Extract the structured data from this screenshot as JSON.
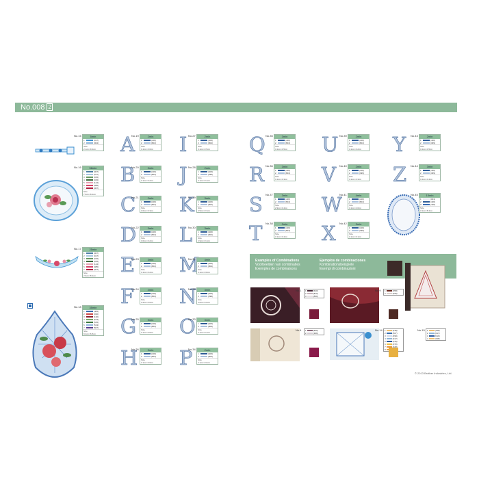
{
  "header": {
    "title": "No.008",
    "page": "2"
  },
  "designs": [
    {
      "no": "No.15",
      "time": "5min",
      "threads": [
        [
          "1",
          "(017)",
          "#3a8fcf"
        ],
        [
          "2",
          "(004)",
          "#8fb6d8"
        ]
      ],
      "size": "Size",
      "dims": "2.1cm×9.4cm"
    },
    {
      "no": "No.16",
      "time": "58min",
      "threads": [
        [
          "1",
          "(007)",
          "#4f7fa6"
        ],
        [
          "2",
          "(017)",
          "#a8c6e0"
        ],
        [
          "3",
          "(015)",
          "#6a9a64"
        ],
        [
          "4",
          "(015)",
          "#3d6b3c"
        ],
        [
          "5",
          "(124)",
          "#e6a1b3"
        ],
        [
          "6",
          "(085)",
          "#d7466b"
        ],
        [
          "7",
          "(007)",
          "#b02040"
        ]
      ],
      "size": "Size",
      "dims": "7.0cm×8.4cm"
    },
    {
      "no": "No.17",
      "time": "25min",
      "threads": [
        [
          "1",
          "(007)",
          "#4f7fa6"
        ],
        [
          "2",
          "(017)",
          "#a8c6e0"
        ],
        [
          "3",
          "(015)",
          "#6a9a64"
        ],
        [
          "4",
          "(015)",
          "#3d6b3c"
        ],
        [
          "5",
          "(124)",
          "#e6a1b3"
        ],
        [
          "6",
          "(085)",
          "#d7466b"
        ],
        [
          "7",
          "(007)",
          "#b02040"
        ]
      ],
      "size": "Size",
      "dims": "2.9cm×8.4cm"
    },
    {
      "no": "No.18",
      "time": "35min",
      "threads": [
        [
          "1",
          "(405)",
          "#3a70b0"
        ],
        [
          "2",
          "(030)",
          "#cf4a48"
        ],
        [
          "3",
          "(130)",
          "#8f2030"
        ],
        [
          "4",
          "(513)",
          "#7aa86a"
        ],
        [
          "5",
          "(515)",
          "#3e7a3f"
        ],
        [
          "6",
          "(513)",
          "#90b8e0"
        ],
        [
          "7",
          "(507)",
          "#5c3c8c"
        ]
      ],
      "size": "Size",
      "dims": "9.2cm×6.8cm"
    },
    {
      "no": "No.19",
      "time": "2min",
      "threads": [
        [
          "1",
          "(406)",
          "#2f5c98"
        ],
        [
          "2",
          "(804)",
          "#aac0dc"
        ]
      ],
      "size": "Size",
      "dims": "3.1cm×3.6cm"
    },
    {
      "no": "No.20",
      "time": "3min",
      "threads": [
        [
          "1",
          "(406)",
          "#2f5c98"
        ],
        [
          "2",
          "(804)",
          "#aac0dc"
        ]
      ],
      "size": "Size",
      "dims": "3.1cm×3.2cm"
    },
    {
      "no": "No.21",
      "time": "2min",
      "threads": [
        [
          "1",
          "(406)",
          "#2f5c98"
        ],
        [
          "2",
          "(804)",
          "#aac0dc"
        ]
      ],
      "size": "Size",
      "dims": "3.0cm×3.3cm"
    },
    {
      "no": "No.22",
      "time": "3min",
      "threads": [
        [
          "1",
          "(406)",
          "#2f5c98"
        ],
        [
          "2",
          "(804)",
          "#aac0dc"
        ]
      ],
      "size": "Size",
      "dims": "3.0cm×3.2cm"
    },
    {
      "no": "No.23",
      "time": "3min",
      "threads": [
        [
          "1",
          "(406)",
          "#2f5c98"
        ],
        [
          "2",
          "(804)",
          "#aac0dc"
        ]
      ],
      "size": "Size",
      "dims": "3.1cm×3.2cm"
    },
    {
      "no": "No.24",
      "time": "2min",
      "threads": [
        [
          "1",
          "(406)",
          "#2f5c98"
        ],
        [
          "2",
          "(804)",
          "#aac0dc"
        ]
      ],
      "size": "Size",
      "dims": "3.2cm×3.0cm"
    },
    {
      "no": "No.25",
      "time": "3min",
      "threads": [
        [
          "1",
          "(406)",
          "#2f5c98"
        ],
        [
          "2",
          "(804)",
          "#aac0dc"
        ]
      ],
      "size": "Size",
      "dims": "3.1cm×3.5cm"
    },
    {
      "no": "No.26",
      "time": "3min",
      "threads": [
        [
          "1",
          "(406)",
          "#2f5c98"
        ],
        [
          "2",
          "(804)",
          "#aac0dc"
        ]
      ],
      "size": "Size",
      "dims": "3.1cm×3.6cm"
    },
    {
      "no": "No.27",
      "time": "2min",
      "threads": [
        [
          "1",
          "(406)",
          "#2f5c98"
        ],
        [
          "2",
          "(804)",
          "#aac0dc"
        ]
      ],
      "size": "Size",
      "dims": "3.1cm×3.5cm"
    },
    {
      "no": "No.28",
      "time": "2min",
      "threads": [
        [
          "1",
          "(406)",
          "#2f5c98"
        ],
        [
          "2",
          "(399)",
          "#aac0dc"
        ]
      ],
      "size": "Size",
      "dims": "3.1cm×3.4cm"
    },
    {
      "no": "No.29",
      "time": "3min",
      "threads": [
        [
          "1",
          "(406)",
          "#2f5c98"
        ],
        [
          "2",
          "(804)",
          "#aac0dc"
        ]
      ],
      "size": "Size",
      "dims": "3.5cm×3.3cm"
    },
    {
      "no": "No.30",
      "time": "3min",
      "threads": [
        [
          "1",
          "(406)",
          "#2f5c98"
        ],
        [
          "2",
          "(804)",
          "#aac0dc"
        ]
      ],
      "size": "Size",
      "dims": "2.9cm×3.4cm"
    },
    {
      "no": "No.31",
      "time": "4min",
      "threads": [
        [
          "1",
          "(406)",
          "#2f5c98"
        ],
        [
          "2",
          "(804)",
          "#aac0dc"
        ]
      ],
      "size": "Size",
      "dims": "3.1cm×3.8cm"
    },
    {
      "no": "No.32",
      "time": "3min",
      "threads": [
        [
          "1",
          "(406)",
          "#2f5c98"
        ],
        [
          "2",
          "(399)",
          "#aac0dc"
        ]
      ],
      "size": "Size",
      "dims": "3.0cm×4.0cm"
    },
    {
      "no": "No.33",
      "time": "3min",
      "threads": [
        [
          "1",
          "(406)",
          "#2f5c98"
        ],
        [
          "2",
          "(804)",
          "#aac0dc"
        ]
      ],
      "size": "Size",
      "dims": "3.1cm×3.4cm"
    },
    {
      "no": "No.34",
      "time": "2min",
      "threads": [
        [
          "1",
          "(406)",
          "#2f5c98"
        ],
        [
          "2",
          "(804)",
          "#aac0dc"
        ]
      ],
      "size": "Size",
      "dims": "3.1cm×3.0cm"
    },
    {
      "no": "No.35",
      "time": "3min",
      "threads": [
        [
          "1",
          "(406)",
          "#2f5c98"
        ],
        [
          "2",
          "(804)",
          "#aac0dc"
        ]
      ],
      "size": "Size",
      "dims": "3.1cm×3.5cm"
    },
    {
      "no": "No.36",
      "time": "3min",
      "threads": [
        [
          "1",
          "(406)",
          "#2f5c98"
        ],
        [
          "2",
          "(804)",
          "#aac0dc"
        ]
      ],
      "size": "Size",
      "dims": "3.1cm×3.3cm"
    },
    {
      "no": "No.37",
      "time": "3min",
      "threads": [
        [
          "1",
          "(406)",
          "#2f5c98"
        ],
        [
          "2",
          "(804)",
          "#aac0dc"
        ]
      ],
      "size": "Size",
      "dims": "2.9cm×3.4cm"
    },
    {
      "no": "No.38",
      "time": "2min",
      "threads": [
        [
          "1",
          "(406)",
          "#2f5c98"
        ],
        [
          "2",
          "(804)",
          "#aac0dc"
        ]
      ],
      "size": "Size",
      "dims": "3.1cm×3.4cm"
    },
    {
      "no": "No.39",
      "time": "2min",
      "threads": [
        [
          "1",
          "(406)",
          "#2f5c98"
        ],
        [
          "2",
          "(804)",
          "#aac0dc"
        ]
      ],
      "size": "Size",
      "dims": "3.1cm×3.2cm"
    },
    {
      "no": "No.40",
      "time": "2min",
      "threads": [
        [
          "1",
          "(406)",
          "#2f5c98"
        ],
        [
          "2",
          "(399)",
          "#aac0dc"
        ]
      ],
      "size": "Size",
      "dims": "3.1cm×3.3cm"
    },
    {
      "no": "No.41",
      "time": "4min",
      "threads": [
        [
          "1",
          "(406)",
          "#2f5c98"
        ],
        [
          "2",
          "(804)",
          "#aac0dc"
        ]
      ],
      "size": "Size",
      "dims": "3.1cm×4.6cm"
    },
    {
      "no": "No.42",
      "time": "3min",
      "threads": [
        [
          "1",
          "(406)",
          "#2f5c98"
        ],
        [
          "2",
          "(399)",
          "#aac0dc"
        ]
      ],
      "size": "Size",
      "dims": "3.1cm×3.1cm"
    },
    {
      "no": "No.43",
      "time": "2min",
      "threads": [
        [
          "1",
          "(406)",
          "#2f5c98"
        ],
        [
          "2",
          "(399)",
          "#aac0dc"
        ]
      ],
      "size": "Size",
      "dims": "3.1cm×3.5cm"
    },
    {
      "no": "No.44",
      "time": "3min",
      "threads": [
        [
          "1",
          "(406)",
          "#2f5c98"
        ],
        [
          "2",
          "(399)",
          "#aac0dc"
        ]
      ],
      "size": "Size",
      "dims": "3.1cm×3.4cm"
    },
    {
      "no": "No.45",
      "time": "15min",
      "threads": [
        [
          "1",
          "(001)",
          "#e8e8f0"
        ],
        [
          "2",
          "(406)",
          "#2f5c98"
        ],
        [
          "3",
          "(406)",
          "#3b6eb5"
        ]
      ],
      "size": "Size",
      "dims": "3.1cm×8.4cm"
    }
  ],
  "letters": [
    "A",
    "B",
    "C",
    "D",
    "E",
    "F",
    "G",
    "H",
    "I",
    "J",
    "K",
    "L",
    "M",
    "N",
    "O",
    "P",
    "Q",
    "R",
    "S",
    "T",
    "U",
    "V",
    "W",
    "X",
    "Y",
    "Z"
  ],
  "combinations": {
    "col1": [
      "Examples of Combinations",
      "Voorbeelden van combinaties",
      "Exemples de combinaisons"
    ],
    "col2": [
      "Ejemplos de combinaciones",
      "Kombinationsbeispiele",
      "Esempi di combinazioni"
    ],
    "items": [
      {
        "no": "No.1",
        "threads": [
          [
            "1",
            "(620)",
            "#4a2b3a"
          ],
          [
            "2",
            "(810)",
            "#c8b4bc"
          ],
          [
            "3",
            "(800)",
            "#e8e0e4"
          ]
        ],
        "color": "#7a1a3a"
      },
      {
        "no": "No.9",
        "threads": [
          [
            "1",
            "(058)",
            "#6a2a20"
          ],
          [
            "2",
            "(399)",
            "#d9d0cc"
          ]
        ],
        "color": "#4e2a24"
      },
      {
        "no": "No.4",
        "threads": [
          [
            "1",
            "(869)",
            "#8a6a7a"
          ],
          [
            "2",
            "(399)",
            "#d8d0d6"
          ]
        ],
        "color": "#8a1a4a"
      },
      {
        "no": "No.14",
        "threads": [
          [
            "1",
            "(348)",
            "#f0c070"
          ],
          [
            "2",
            "(507)",
            "#3a70b0"
          ],
          [
            "3",
            "(399)",
            "#d0d8e8"
          ],
          [
            "4",
            "(017)",
            "#8fb6d8"
          ],
          [
            "5",
            "(019)",
            "#2a5aa0"
          ],
          [
            "6",
            "(070)",
            "#f0c040"
          ],
          [
            "7",
            "(328)",
            "#e89840"
          ],
          [
            "8",
            "(208)",
            "#e8a040"
          ]
        ],
        "color": "#e8b040"
      },
      {
        "no": "No.15",
        "threads": [
          [
            "1",
            "(348)",
            "#f0c070"
          ],
          [
            "2",
            "(017)",
            "#8fb6d8"
          ],
          [
            "3",
            "(019)",
            "#2a5aa0"
          ],
          [
            "4",
            "(348)",
            "#f0c070"
          ]
        ],
        "color": "#f0c070"
      }
    ]
  },
  "copyright": "© 2013 Brother Industries, Ltd."
}
